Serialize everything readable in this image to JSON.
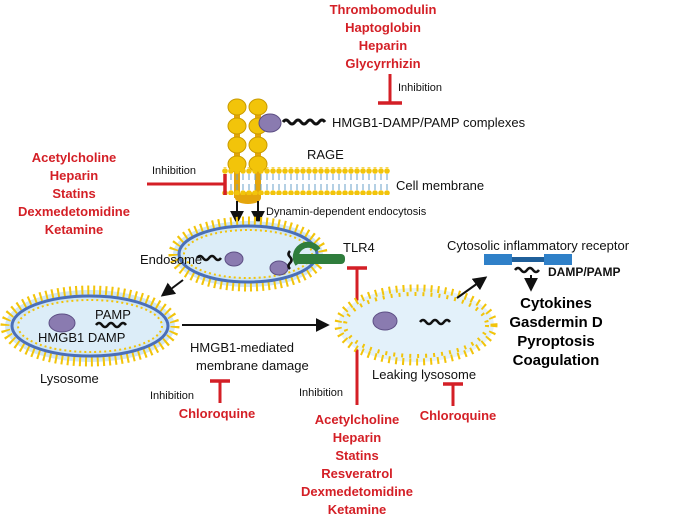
{
  "colors": {
    "inhibitor_text": "#d41f26",
    "inhibit_bar": "#d41f26",
    "membrane_blue": "#5f9fd0",
    "vesicle_fill": "#cfe6f5",
    "membrane_yellow": "#f2c40a",
    "receptor_gold": "#e4a50c",
    "protein_purple": "#8a7bb0",
    "tlr4_green": "#2f7d3c",
    "cytosolic_receptor_blue": "#2f80c8"
  },
  "top_inhibitors": {
    "drugs": [
      "Thrombomodulin",
      "Haptoglobin",
      "Heparin",
      "Glycyrrhizin"
    ],
    "label": "Inhibition"
  },
  "complex_label": "HMGB1-DAMP/PAMP complexes",
  "rage_label": "RAGE",
  "membrane_label": "Cell membrane",
  "endocytosis_label": "Dynamin-dependent   endocytosis",
  "left_inhibitors": {
    "drugs": [
      "Acetylcholine",
      "Heparin",
      "Statins",
      "Dexmedetomidine",
      "Ketamine"
    ],
    "label": "Inhibition"
  },
  "endosome_label": "Endosome",
  "tlr4_label": "TLR4",
  "cytosolic_receptor_label": "Cytosolic inflammatory  receptor",
  "damp_pamp_label": "DAMP/PAMP",
  "outcomes": [
    "Cytokines",
    "Gasdermin D",
    "Pyroptosis",
    "Coagulation"
  ],
  "lysosome": {
    "pamp": "PAMP",
    "inner": "HMGB1  DAMP",
    "label": "Lysosome"
  },
  "damage_label": [
    "HMGB1-mediated",
    "membrane damage"
  ],
  "chloroquine_left": {
    "label": "Inhibition",
    "drug": "Chloroquine"
  },
  "leaking_label": "Leaking lysosome",
  "chloroquine_right": "Chloroquine",
  "tlr4_inhibitors": {
    "label": "Inhibition",
    "drugs": [
      "Acetylcholine",
      "Heparin",
      "Statins",
      "Resveratrol",
      "Dexmedetomidine",
      "Ketamine"
    ]
  }
}
